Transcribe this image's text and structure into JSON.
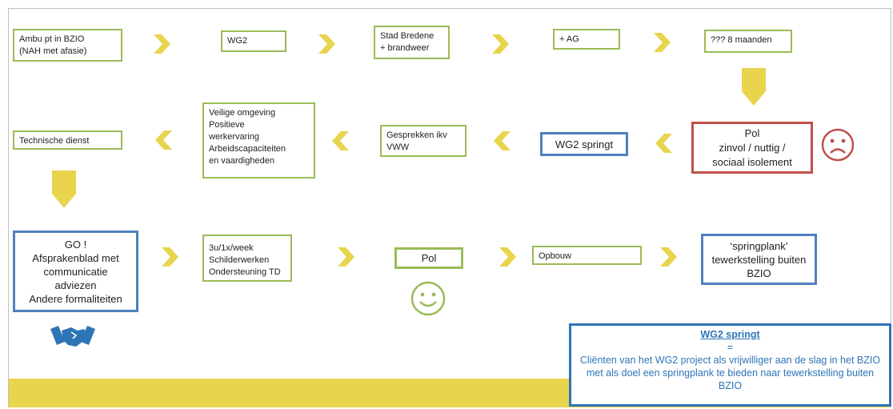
{
  "row1": {
    "b1": "Ambu pt in BZIO\n(NAH met afasie)",
    "b2": "WG2",
    "b3": "Stad Bredene\n+ brandweer",
    "b4": "+ AG",
    "b5": "??? 8 maanden"
  },
  "row2": {
    "pol": "Pol\nzinvol / nuttig /\nsociaal isolement",
    "wg2": "WG2 springt",
    "gesprekken": "Gesprekken ikv\nVWW",
    "veilig": "Veilige omgeving\nPositieve\nwerkervaring\nArbeidscapaciteiten\nen vaardigheden",
    "tech": "Technische dienst"
  },
  "row3": {
    "go": "GO !\nAfsprakenblad met\ncommunicatie\nadviezen\nAndere formaliteiten",
    "schedule": "3u/1x/week\nSchilderwerken\nOndersteuning TD",
    "pol": "Pol",
    "opbouw": "Opbouw",
    "springplank": "‘springplank’\ntewerkstelling buiten\nBZIO"
  },
  "note": {
    "title": "WG2 springt",
    "eq": "=",
    "body": "Cliënten van het WG2 project als vrijwilliger aan de slag in het BZIO met als doel een springplank te bieden naar tewerkstelling buiten BZIO"
  },
  "colors": {
    "green": "#9bbb59",
    "blue": "#4f81bd",
    "red": "#c0504d",
    "arrow": "#e8d44d",
    "note": "#2e75b6"
  },
  "icons": {
    "sad": "sad-face-icon",
    "happy": "happy-face-icon",
    "handshake": "handshake-icon"
  }
}
